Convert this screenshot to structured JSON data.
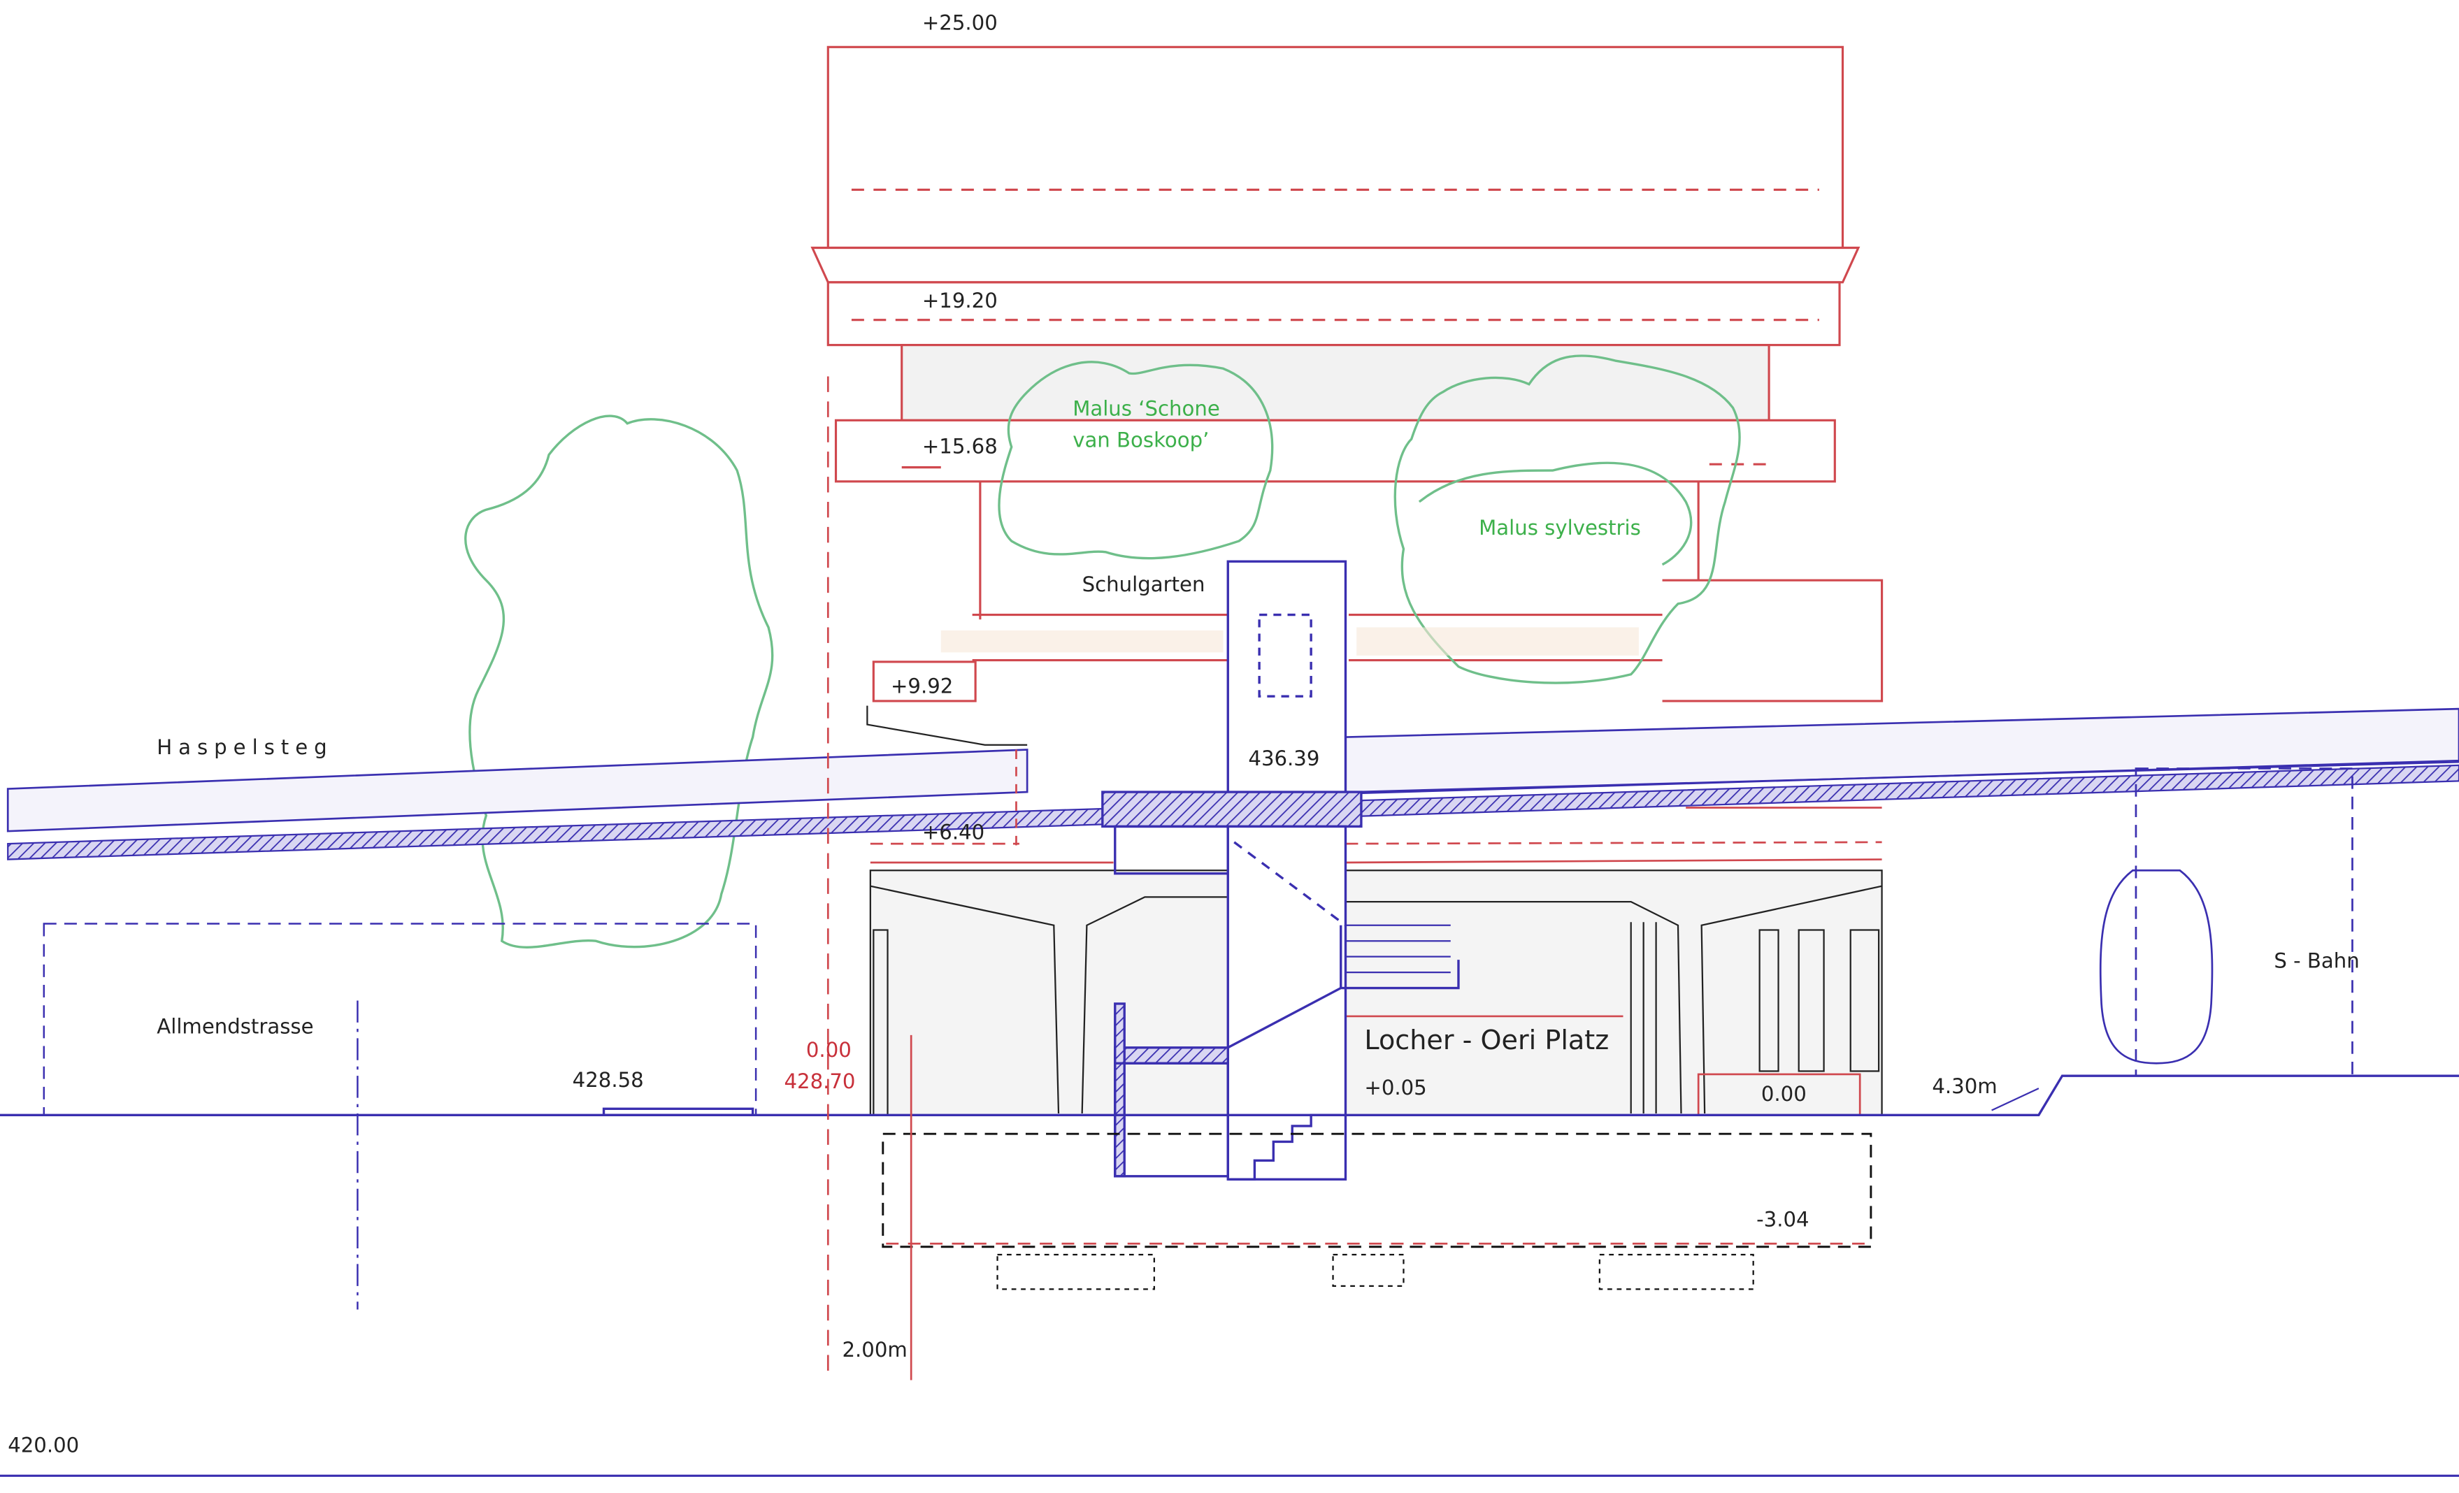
{
  "title": "Section drawing – Locher-Oeri Platz / Haspelsteg",
  "colors": {
    "structure_blue": "#3a2fb0",
    "existing_red": "#d0484e",
    "tree_green": "#6fbf8a",
    "grey_fill": "#f3f3f3"
  },
  "levels": {
    "top": "+25.00",
    "roof_slab": "+19.20",
    "upper_slab": "+15.68",
    "garden_level": "+9.92",
    "bridge_level": "+6.40",
    "bridge_altitude": "436.39",
    "plaza_level": "+0.05",
    "ground_zero_box": "0.00",
    "red_zero": "0.00",
    "red_altitude": "428.70",
    "street_altitude": "428.58",
    "basement": "-3.04",
    "datum": "420.00"
  },
  "dimensions": {
    "left_height": "2.00m",
    "right_height": "4.30m"
  },
  "labels": {
    "tree1_line1": "Malus ‘Schone",
    "tree1_line2": "van Boskoop’",
    "tree2": "Malus sylvestris",
    "garden": "Schulgarten",
    "bridge": "Haspelsteg",
    "street": "Allmendstrasse",
    "plaza": "Locher - Oeri Platz",
    "train": "S - Bahn"
  }
}
